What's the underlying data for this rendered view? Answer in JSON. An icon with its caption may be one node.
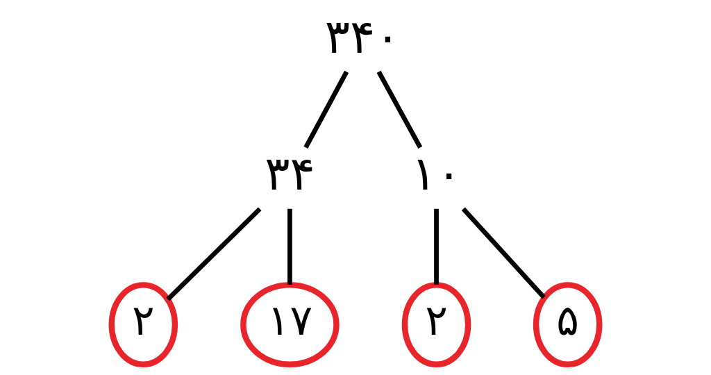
{
  "diagram": {
    "nodes": [
      {
        "text": [
          "۳۴۰"
        ]
      },
      {
        "text": [
          "۳۴"
        ]
      },
      {
        "text": [
          "۱۰"
        ]
      },
      {
        "text": [
          "۲"
        ]
      },
      {
        "text": [
          "۱۷"
        ]
      },
      {
        "text": [
          "۲"
        ]
      },
      {
        "text": [
          "۵"
        ]
      }
    ],
    "edges": [
      {
        "from": 0,
        "to": 1,
        "arrow": "none"
      },
      {
        "from": 0,
        "to": 2,
        "arrow": "none"
      },
      {
        "from": 1,
        "to": 3,
        "arrow": "none"
      },
      {
        "from": 1,
        "to": 4,
        "arrow": "none"
      },
      {
        "from": 2,
        "to": 5,
        "arrow": "none"
      },
      {
        "from": 2,
        "to": 6,
        "arrow": "none"
      }
    ]
  }
}
